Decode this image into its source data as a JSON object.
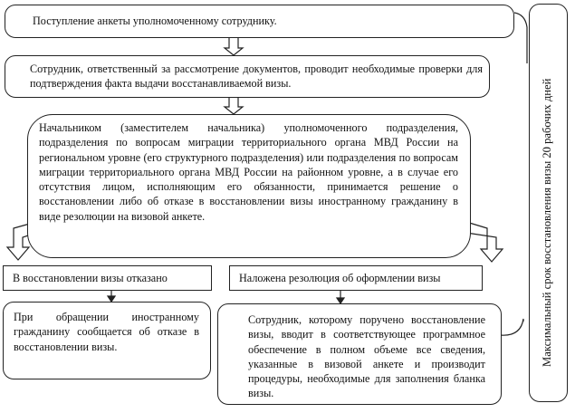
{
  "steps": {
    "receipt": "Поступление анкеты уполномоченному сотруднику.",
    "check": "Сотрудник, ответственный за рассмотрение документов, проводит необходимые проверки для подтверждения факта выдачи восстанавливаемой визы.",
    "decision": "Начальником (заместителем начальника) уполномоченного подразделения, подразделения по вопросам миграции территориального органа МВД России на региональном уровне (его структурного подразделения) или подразделения по вопросам миграции территориального органа МВД России на районном уровне, а в случае его отсутствия лицом, исполняющим его обязанности, принимается решение о восстановлении либо об отказе в восстановлении визы иностранному гражданину в виде резолюции на визовой анкете."
  },
  "branches": {
    "refused_title": "В восстановлении визы отказано",
    "refused_body": "При обращении иностранному гражданину сообщается об отказе в восстановлении визы.",
    "approved_title": "Наложена резолюция об оформлении визы",
    "approved_body": "Сотрудник, которому поручено восстановление визы, вводит в соответствующее программное обеспечение в полном объеме все сведения, указанные в визовой анкете и производит процедуры, необходимые для заполнения бланка визы."
  },
  "side_label": "Максимальный срок восстановления визы 20 рабочих дней"
}
